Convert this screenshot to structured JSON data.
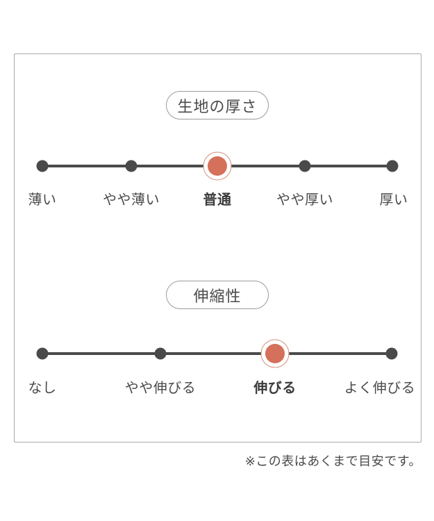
{
  "frame": {
    "note": "※この表はあくまで目安です。"
  },
  "colors": {
    "accent": "#d5705a",
    "accent_ring": "#cf8f7c",
    "track": "#4a4a4a",
    "label": "#4a4a4a",
    "selected_label": "#3b3b3b",
    "frame_border": "#a8a8a8"
  },
  "chart_data": [
    {
      "type": "scale",
      "title": "生地の厚さ",
      "categories": [
        "薄い",
        "やや薄い",
        "普通",
        "やや厚い",
        "厚い"
      ],
      "selected_index": 2,
      "selected_label": "普通",
      "points": 5
    },
    {
      "type": "scale",
      "title": "伸縮性",
      "categories": [
        "なし",
        "やや伸びる",
        "伸びる",
        "よく伸びる"
      ],
      "selected_index": 2,
      "selected_label": "伸びる",
      "points": 4
    }
  ]
}
